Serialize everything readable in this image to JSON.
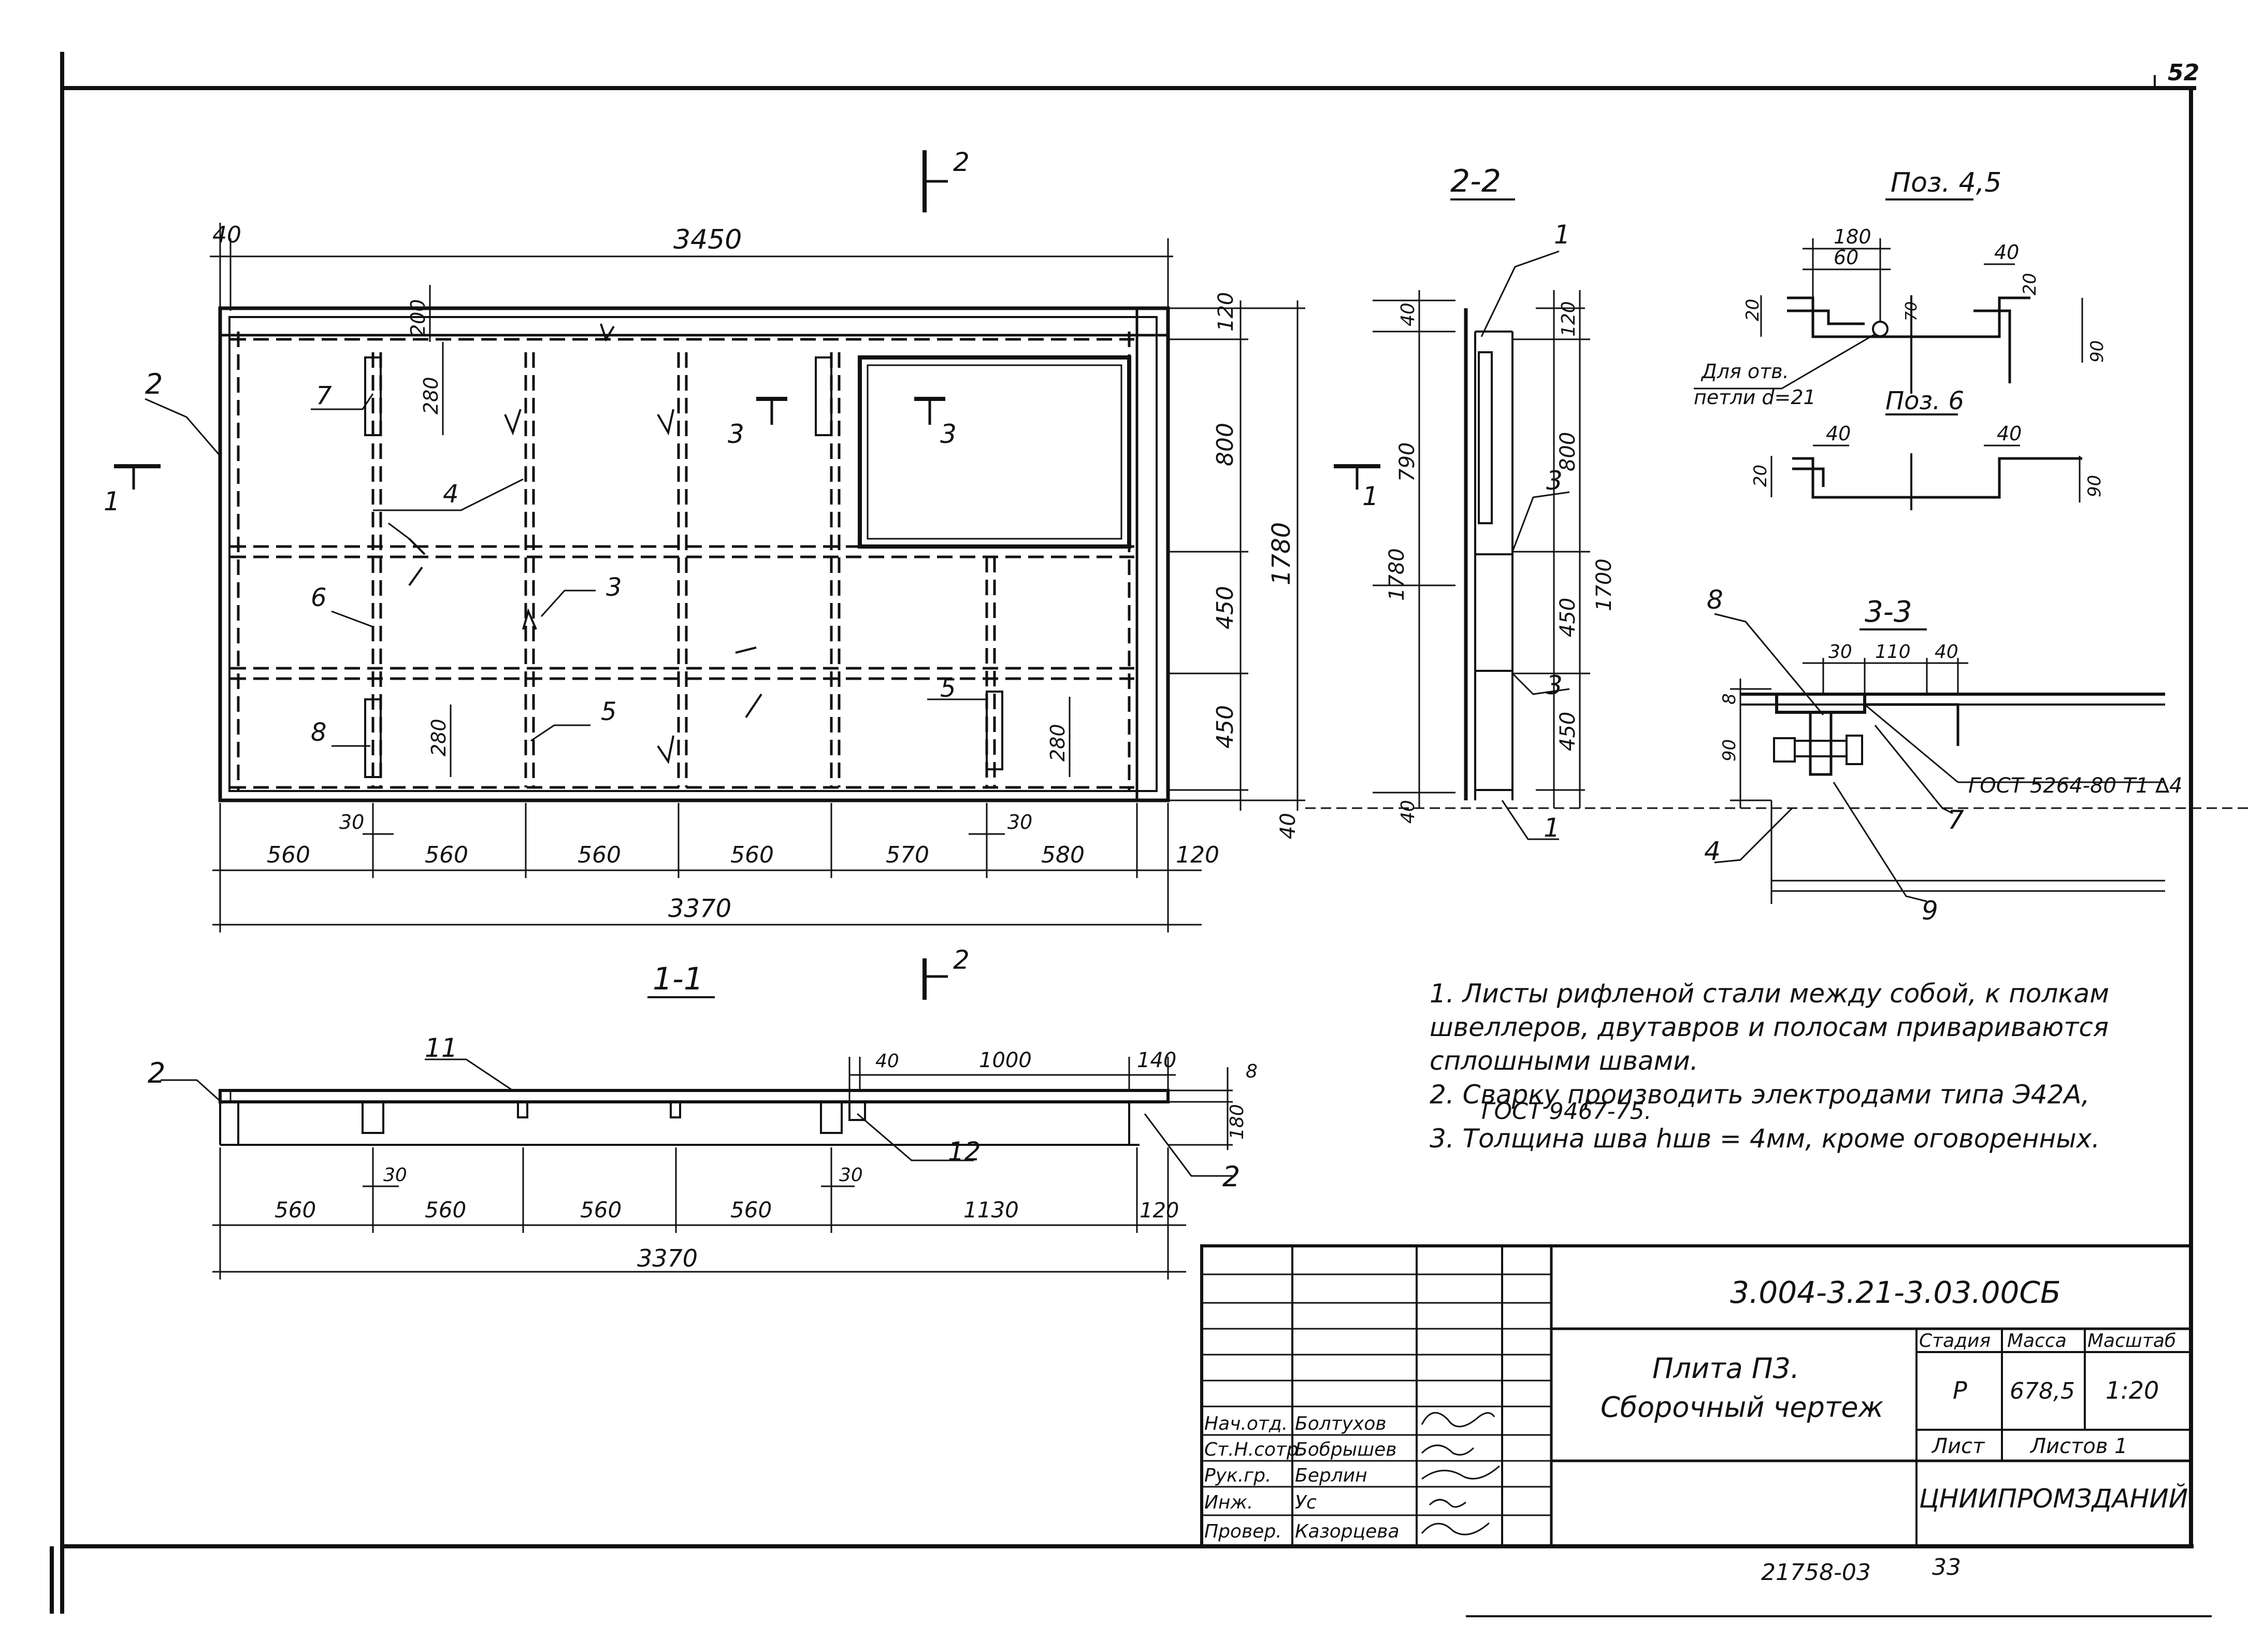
{
  "sheet_number": "52",
  "views": {
    "plan": {
      "dims_top": [
        "40",
        "3450"
      ],
      "dims_bottom": [
        "560",
        "560",
        "560",
        "560",
        "570",
        "580",
        "120"
      ],
      "overall_bottom": "3370",
      "dims_right": [
        "120",
        "800",
        "450",
        "450",
        "40"
      ],
      "overall_right": "1780",
      "local_dims": [
        "200",
        "280",
        "280",
        "280",
        "30",
        "30"
      ],
      "positions": [
        "2",
        "7",
        "4",
        "6",
        "3",
        "8",
        "5",
        "5"
      ],
      "section_marks": [
        "1",
        "1",
        "2",
        "2",
        "3",
        "3"
      ]
    },
    "section_1_1": {
      "title": "1-1",
      "dims_top": [
        "1000",
        "140",
        "40",
        "8",
        "180"
      ],
      "dims_bottom": [
        "560",
        "560",
        "560",
        "560",
        "1130",
        "120"
      ],
      "overall": "3370",
      "local_dims": [
        "30",
        "30"
      ],
      "positions": [
        "2",
        "11",
        "12",
        "2"
      ]
    },
    "section_2_2": {
      "title": "2-2",
      "dims_left": [
        "40",
        "790",
        "1780",
        "40"
      ],
      "dims_right": [
        "120",
        "800",
        "450",
        "450",
        "1700"
      ],
      "positions": [
        "1",
        "3",
        "3",
        "1"
      ]
    },
    "pos_4_5": {
      "title": "Поз. 4,5",
      "dims": [
        "180",
        "60",
        "40",
        "20",
        "20",
        "90",
        "70"
      ],
      "note_line1": "Для отв.",
      "note_line2": "петли d=21"
    },
    "pos_6": {
      "title": "Поз. 6",
      "dims": [
        "40",
        "40",
        "20",
        "90"
      ]
    },
    "section_3_3": {
      "title": "3-3",
      "dims": [
        "30",
        "110",
        "40",
        "8",
        "90"
      ],
      "weld_note": "ГОСТ 5264-80 Т1 ∆4",
      "positions": [
        "8",
        "7",
        "4",
        "9"
      ]
    }
  },
  "notes": [
    "1. Листы рифленой  стали между собой, к полкам",
    "швеллеров, двутавров и полосам привариваются",
    "сплошными швами.",
    "2. Сварку производить электродами типа Э42А,",
    "ГОСТ 9467-75.",
    "3. Толщина шва hшв = 4мм, кроме оговоренных."
  ],
  "title_block": {
    "designation": "3.004-3.21-3.03.00СБ",
    "name_line1": "Плита П3.",
    "name_line2": "Сборочный чертеж",
    "stage_header": "Стадия",
    "mass_header": "Масса",
    "scale_header": "Масштаб",
    "stage": "Р",
    "mass": "678,5",
    "scale": "1:20",
    "sheet_label": "Лист",
    "sheets_label": "Листов 1",
    "organization": "ЦНИИПРОМЗДАНИЙ",
    "signatures": [
      {
        "role": "Нач.отд.",
        "name": "Болтухов"
      },
      {
        "role": "Ст.Н.сотр.",
        "name": "Бобрышев"
      },
      {
        "role": "Рук.гр.",
        "name": "Берлин"
      },
      {
        "role": "Инж.",
        "name": "Ус"
      },
      {
        "role": "Провер.",
        "name": "Казорцева"
      }
    ]
  },
  "footer": {
    "doc_number": "21758-03",
    "page": "33"
  }
}
